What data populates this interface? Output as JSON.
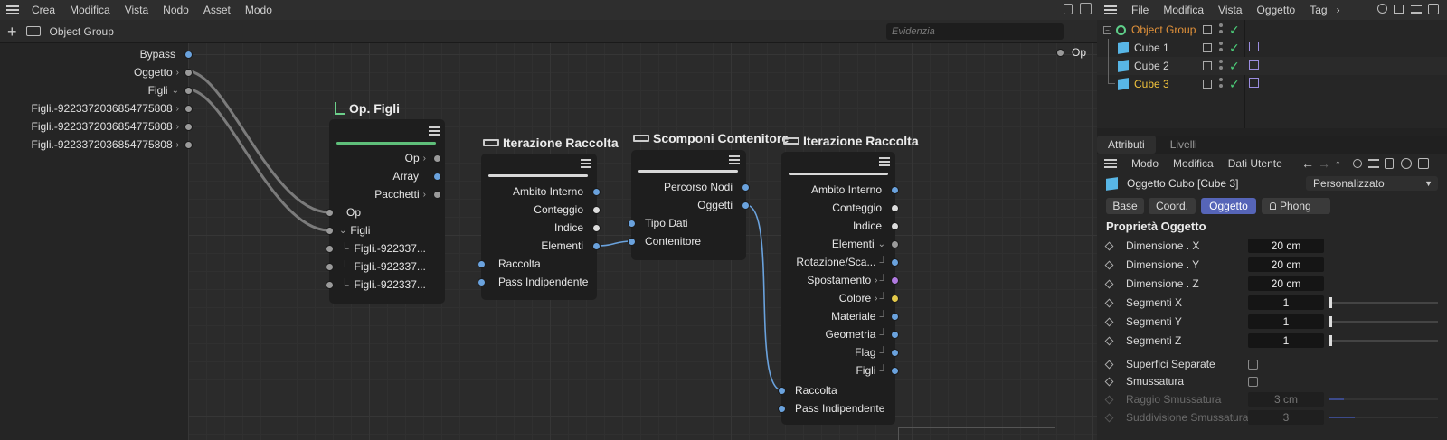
{
  "left_menu": [
    "Crea",
    "Modifica",
    "Vista",
    "Nodo",
    "Asset",
    "Modo"
  ],
  "breadcrumb": "Object Group",
  "search_placeholder": "Evidenzia",
  "inports": [
    "Bypass",
    "Oggetto",
    "Figli",
    "Figli.-9223372036854775808",
    "Figli.-9223372036854775808",
    "Figli.-9223372036854775808"
  ],
  "outport": "Op",
  "nodes": {
    "op_figli": {
      "title": "Op. Figli",
      "outputs": [
        "Op",
        "Array",
        "Pacchetti"
      ],
      "inputs": [
        "Op",
        "Figli",
        "Figli.-922337...",
        "Figli.-922337...",
        "Figli.-922337..."
      ]
    },
    "iter1": {
      "title": "Iterazione Raccolta",
      "outputs": [
        "Ambito Interno",
        "Conteggio",
        "Indice",
        "Elementi"
      ],
      "inputs": [
        "Raccolta",
        "Pass Indipendente"
      ]
    },
    "scomponi": {
      "title": "Scomponi Contenitore",
      "outputs": [
        "Percorso Nodi",
        "Oggetti"
      ],
      "inputs": [
        "Tipo Dati",
        "Contenitore"
      ]
    },
    "iter2": {
      "title": "Iterazione Raccolta",
      "outputs": [
        "Ambito Interno",
        "Conteggio",
        "Indice",
        "Elementi",
        "Rotazione/Sca...",
        "Spostamento",
        "Colore",
        "Materiale",
        "Geometria",
        "Flag",
        "Figli"
      ],
      "inputs": [
        "Raccolta",
        "Pass Indipendente"
      ]
    }
  },
  "right_menu": [
    "File",
    "Modifica",
    "Vista",
    "Oggetto",
    "Tag"
  ],
  "objects": [
    {
      "name": "Object Group",
      "color": "#e2923a"
    },
    {
      "name": "Cube 1",
      "color": "#d4d4d4"
    },
    {
      "name": "Cube 2",
      "color": "#d4d4d4"
    },
    {
      "name": "Cube 3",
      "color": "#f0c23c"
    }
  ],
  "attr_tabs": [
    "Attributi",
    "Livelli"
  ],
  "attr_menu": [
    "Modo",
    "Modifica",
    "Dati Utente"
  ],
  "attr_object_title": "Oggetto Cubo [Cube 3]",
  "attr_mode_dropdown": "Personalizzato",
  "attr_subtabs": [
    "Base",
    "Coord.",
    "Oggetto",
    "Phong"
  ],
  "section_title": "Proprietà Oggetto",
  "props": [
    {
      "label": "Dimensione . X",
      "value": "20 cm"
    },
    {
      "label": "Dimensione . Y",
      "value": "20 cm"
    },
    {
      "label": "Dimensione . Z",
      "value": "20 cm"
    },
    {
      "label": "Segmenti X",
      "value": "1"
    },
    {
      "label": "Segmenti Y",
      "value": "1"
    },
    {
      "label": "Segmenti Z",
      "value": "1"
    }
  ],
  "checks": [
    "Superfici Separate",
    "Smussatura"
  ],
  "disabled_props": [
    {
      "label": "Raggio Smussatura",
      "value": "3 cm"
    },
    {
      "label": "Suddivisione Smussatura",
      "value": "3"
    }
  ]
}
